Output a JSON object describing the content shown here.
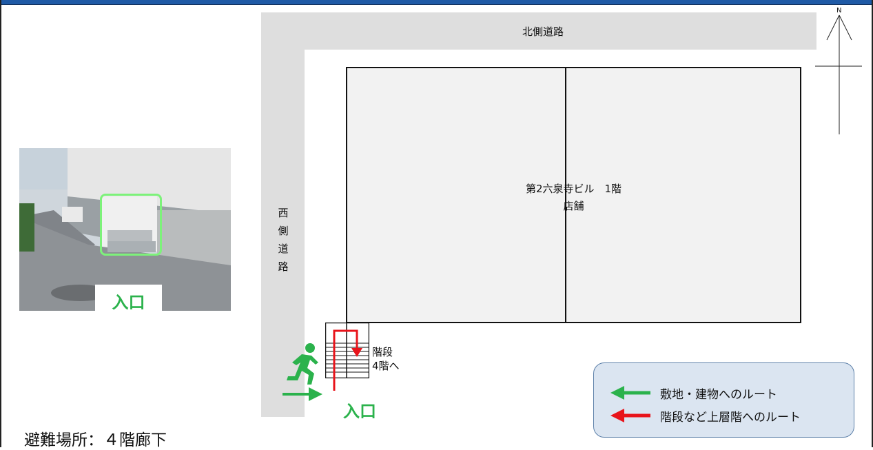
{
  "roads": {
    "north_label": "北側道路",
    "west_label": "西側道路"
  },
  "compass": {
    "north": "N"
  },
  "building": {
    "name_line1": "第2六泉寺ビル　1階",
    "name_line2": "店舗"
  },
  "photo": {
    "entrance_label": "入口"
  },
  "stairs": {
    "label_line1": "階段",
    "label_line2": "4階へ"
  },
  "entrance_label": "入口",
  "legend": {
    "items": [
      {
        "color": "#2bb24c",
        "label": "敷地・建物へのルート"
      },
      {
        "color": "#e8141b",
        "label": "階段など上層階へのルート"
      }
    ]
  },
  "evacuation": "避難場所：４階廊下",
  "colors": {
    "route_green": "#2bb24c",
    "route_red": "#e8141b",
    "header": "#1f5aa6"
  }
}
